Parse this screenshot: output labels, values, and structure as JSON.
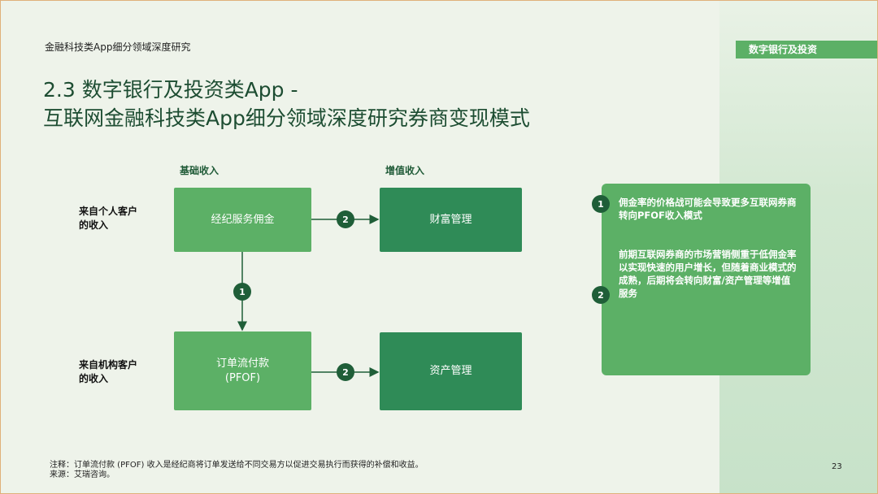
{
  "header": {
    "small_title": "金融科技类App细分领域深度研究",
    "section_tag": "数字银行及投资"
  },
  "title": {
    "line1": "2.3 数字银行及投资类App -",
    "line2": "互联网金融科技类App细分领域深度研究券商变现模式"
  },
  "diagram": {
    "col_basic": "基础收入",
    "col_value": "增值收入",
    "row_individual": "来自个人客户\n的收入",
    "row_institution": "来自机构客户\n的收入",
    "box_commission": "经纪服务佣金",
    "box_pfof_line1": "订单流付款",
    "box_pfof_line2": "(PFOF)",
    "box_wealth": "财富管理",
    "box_asset": "资产管理",
    "badge_1": "1",
    "badge_2": "2"
  },
  "notes": {
    "note1": "佣金率的价格战可能会导致更多互联网券商转向PFOF收入模式",
    "note2": "前期互联网券商的市场营销侧重于低佣金率以实现快速的用户增长，但随着商业模式的成熟，后期将会转向财富/资产管理等增值服务"
  },
  "footer": {
    "footnote": "注释：订单流付款 (PFOF) 收入是经纪商将订单发送给不同交易方以促进交易执行而获得的补偿和收益。",
    "source": "来源：艾瑞咨询。",
    "page_number": "23"
  },
  "colors": {
    "light_green": "#5cb066",
    "dark_green": "#2f8b57",
    "badge": "#1f5e38",
    "title": "#1d4d32"
  }
}
